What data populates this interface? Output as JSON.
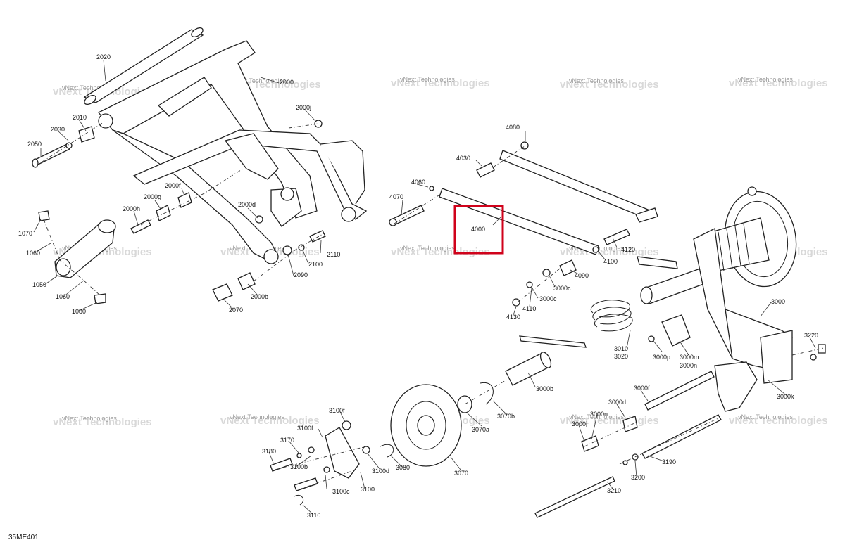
{
  "diagram": {
    "reference_code": "35ME401",
    "highlighted_part": "4000",
    "highlight_color": "#d0021b",
    "watermark": {
      "small": "vNext Technologies",
      "large": "vNext Technologies"
    },
    "callouts": [
      "2020",
      "2000",
      "2000j",
      "2010",
      "2030",
      "2050",
      "2000f",
      "2000g",
      "2000h",
      "2000d",
      "2110",
      "2100",
      "2090",
      "2000b",
      "2070",
      "1070",
      "1060",
      "1050",
      "1060",
      "1080",
      "4080",
      "4030",
      "4060",
      "4070",
      "4000",
      "4120",
      "4100",
      "4090",
      "3000c",
      "3000c",
      "4110",
      "4130",
      "3000",
      "3220",
      "3010",
      "3020",
      "3000p",
      "3000m",
      "3000n",
      "3000b",
      "3070b",
      "3070a",
      "3070",
      "3000f",
      "3000d",
      "3000n",
      "3000j",
      "3000k",
      "3190",
      "3200",
      "3210",
      "3100f",
      "3100f",
      "3170",
      "3180",
      "3100b",
      "3100c",
      "3100",
      "3100d",
      "3080",
      "3110"
    ]
  }
}
